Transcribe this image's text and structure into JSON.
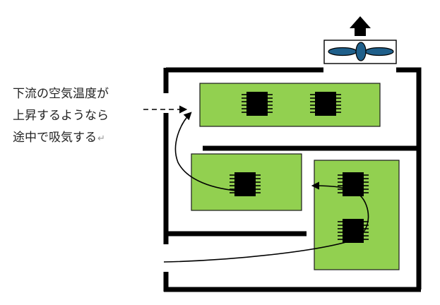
{
  "caption": {
    "lines": [
      "下流の空気温度が",
      "上昇するようなら",
      "途中で吸気する"
    ],
    "return_mark": "↵"
  },
  "colors": {
    "board": "#92d050",
    "board_stroke": "#1a1a1a",
    "chip": "#000000",
    "wall": "#000000",
    "fan_blade": "#1f5f8a",
    "background": "#ffffff"
  },
  "icons": {
    "exhaust": "up-arrow-icon",
    "fan": "fan-icon",
    "chip": "ic-chip-icon"
  }
}
